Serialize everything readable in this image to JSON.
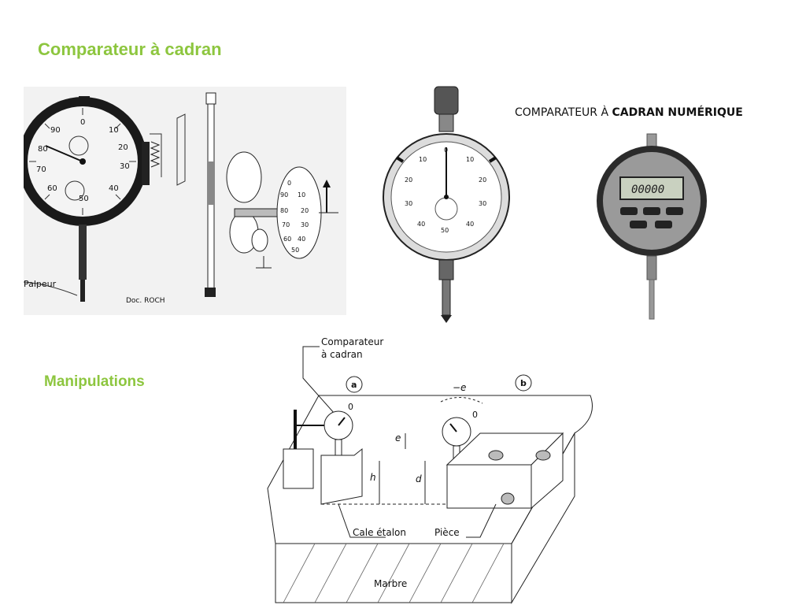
{
  "title": "Comparateur à cadran",
  "section_manip": "Manipulations",
  "fig_exploded": {
    "palpeur": "Palpeur",
    "doc": "Doc. ROCH",
    "dial_numbers": [
      "0",
      "10",
      "20",
      "30",
      "40",
      "50",
      "60",
      "70",
      "80",
      "90"
    ]
  },
  "fig_dial": {
    "top": "0",
    "left_marks": [
      "10",
      "20",
      "30",
      "40"
    ],
    "right_marks": [
      "10",
      "20",
      "30",
      "40"
    ],
    "bottom": "50"
  },
  "fig_digital": {
    "caption_regular": "COMPARATEUR À ",
    "caption_bold": "CADRAN NUMÉRIQUE",
    "display": "00000"
  },
  "fig_manip": {
    "comparateur_line1": "Comparateur",
    "comparateur_line2": "à cadran",
    "label_a": "a",
    "label_b": "b",
    "zero_a": "0",
    "zero_b": "0",
    "minus_e": "−e",
    "e": "e",
    "h": "h",
    "d": "d",
    "cale": "Cale étalon",
    "piece": "Pièce",
    "marbre": "Marbre"
  }
}
